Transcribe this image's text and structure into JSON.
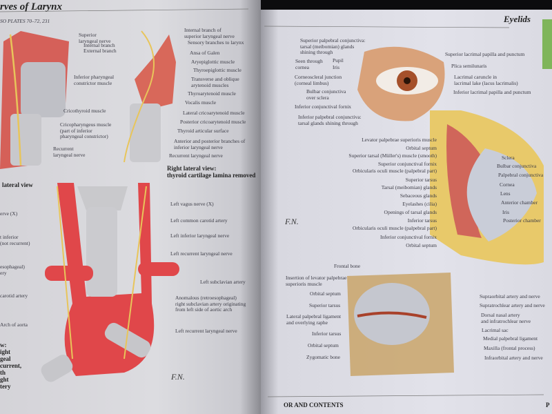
{
  "left_page": {
    "title": "rves of Larynx",
    "subtitle": "SO PLATES 70–72, 231",
    "fig1_labels": [
      "Superior\nlaryngeal nerve",
      "Internal branch",
      "External branch",
      "Inferior pharyngeal\nconstrictor muscle",
      "Cricothyroid muscle",
      "Cricopharyngeus muscle\n(part of inferior\npharyngeal constrictor)",
      "Recurrent\nlaryngeal nerve"
    ],
    "fig2_labels": [
      "Internal branch of\nsuperior laryngeal nerve",
      "Sensory branches to larynx",
      "Ansa of Galen",
      "Aryepiglottic muscle",
      "Thyroepiglottic muscle",
      "Transverse and oblique\narytenoid muscles",
      "Thyroarytenoid muscle",
      "Vocalis muscle",
      "Lateral cricoarytenoid muscle",
      "Posterior cricoarytenoid muscle",
      "Thyroid articular surface",
      "Anterior and posterior branches of\ninferior laryngeal nerve",
      "Recurrent laryngeal nerve"
    ],
    "fig2_caption": "Right lateral view:\nthyroid cartilage lamina removed",
    "fig3_caption_top": "lateral view",
    "fig3_left_labels": [
      "erve (X)",
      "t inferior\n (not recurrent)",
      "esophageal)\nery",
      "carotid artery",
      "Arch of aorta"
    ],
    "fig3_caption_bottom": "w:\night\ngeal\ncurrent,\nth\nght\ntery",
    "fig3_right_labels": [
      "Left vagus nerve (X)",
      "Left common carotid artery",
      "Left inferior laryngeal nerve",
      "Left recurrent laryngeal nerve",
      "Left subclavian artery",
      "Anomalous (retroesophageal)\nright subclavian artery originating\nfrom left side of aortic arch",
      "Left recurrent laryngeal nerve"
    ]
  },
  "right_page": {
    "title": "Eyelids",
    "eye_left_labels": [
      "Superior palpebral conjunctiva:\ntarsal (meibomian) glands\nshining through",
      "Seen through\ncornea",
      "Pupil",
      "Iris",
      "Corneoscleral junction\n(corneal limbus)",
      "Bulbar conjunctiva\nover sclera",
      "Inferior conjunctival fornix",
      "Inferior palpebral conjunctiva:\ntarsal glands shining through"
    ],
    "eye_right_labels": [
      "Superior lacrimal papilla and punctum",
      "Plica semilunaris",
      "Lacrimal caruncle in\nlacrimal lake (lacus lacrimalis)",
      "Inferior lacrimal papilla and punctum"
    ],
    "section_left_labels": [
      "Levator palpebrae superioris muscle",
      "Orbital septum",
      "Superior tarsal (Müller's) muscle (smooth)",
      "Superior conjunctival fornix",
      "Orbicularis oculi muscle (palpebral part)",
      "Superior tarsus",
      "Tarsal (meibomian) glands",
      "Sebaceous glands",
      "Eyelashes (cilia)",
      "Openings of tarsal glands",
      "Inferior tarsus",
      "Orbicularis oculi muscle (palpebral part)",
      "Inferior conjunctival fornix",
      "Orbital septum"
    ],
    "section_right_labels": [
      "Sclera",
      "Bulbar conjunctiva",
      "Palpebral conjunctiva",
      "Cornea",
      "Lens",
      "Anterior chamber",
      "Iris",
      "Posterior chamber"
    ],
    "orbit_left_labels": [
      "Frontal bone",
      "Insertion of levator palpebrae\nsuperioris muscle",
      "Orbital septum",
      "Superior tarsus",
      "Lateral palpebral ligament\nand overlying raphe",
      "Inferior tarsus",
      "Orbital septum",
      "Zygomatic bone"
    ],
    "orbit_right_labels": [
      "Supraorbital artery and nerve",
      "Supratrochlear artery and nerve",
      "Dorsal nasal artery\nand infratrochlear nerve",
      "Lacrimal sac",
      "Medial palpebral ligament",
      "Maxilla (frontal process)",
      "Infraorbital artery and nerve"
    ],
    "footer": "OR   AND CONTENTS",
    "page_corner": "P"
  },
  "colors": {
    "artery": "#e0474a",
    "nerve": "#e8c55a",
    "cartilage": "#c9c9cc",
    "skin": "#d9a27a",
    "tab": "#7fb55a"
  }
}
